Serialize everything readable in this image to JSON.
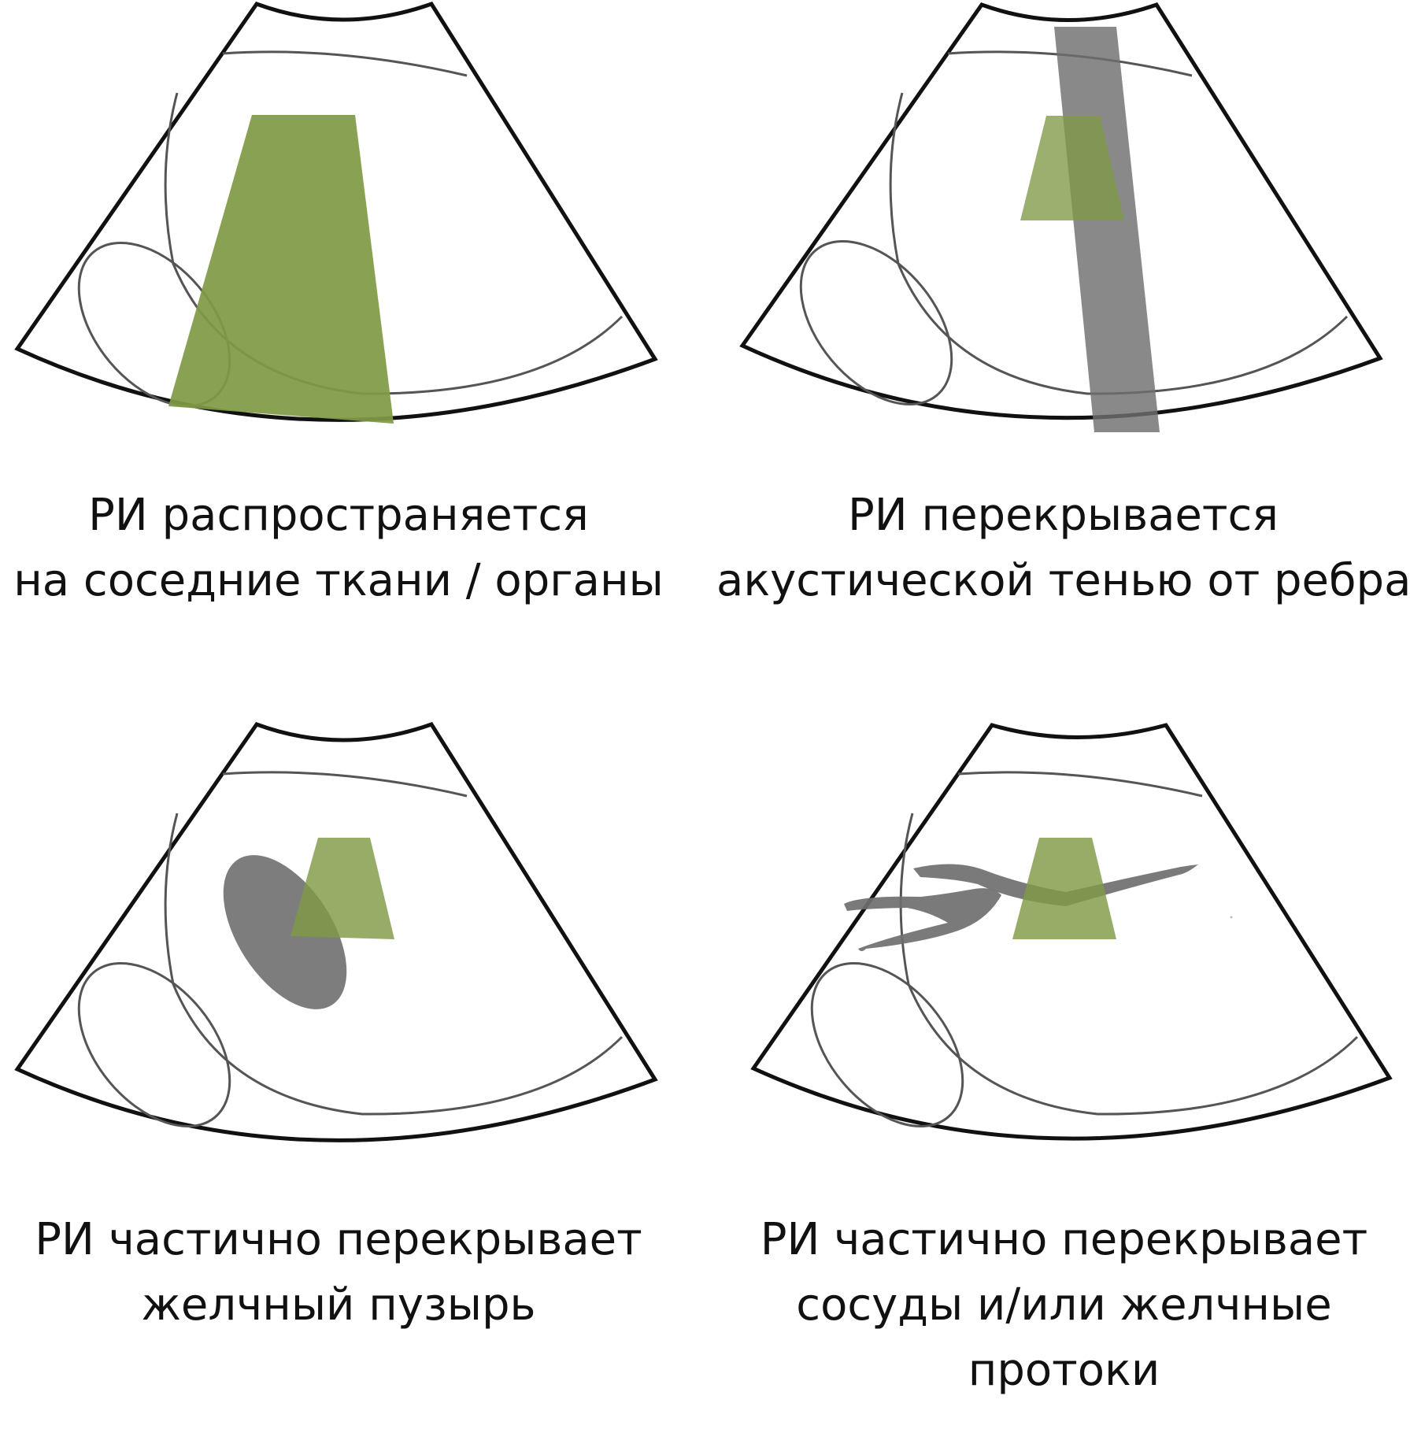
{
  "colors": {
    "roi": "#7f9a45",
    "shadow": "#6f6f6f",
    "outline": "#111111",
    "organ_line": "#555555",
    "background": "#ffffff"
  },
  "panels": [
    {
      "id": "spread",
      "caption": [
        "РИ распространяется",
        "на соседние ткани / органы"
      ]
    },
    {
      "id": "rib-shadow",
      "caption": [
        "РИ перекрывается",
        "акустической тенью от ребра"
      ]
    },
    {
      "id": "gallbladder",
      "caption": [
        "РИ частично перекрывает",
        "желчный пузырь"
      ]
    },
    {
      "id": "vessels",
      "caption": [
        "РИ частично перекрывает",
        "сосуды и/или желчные",
        "протоки"
      ]
    }
  ]
}
